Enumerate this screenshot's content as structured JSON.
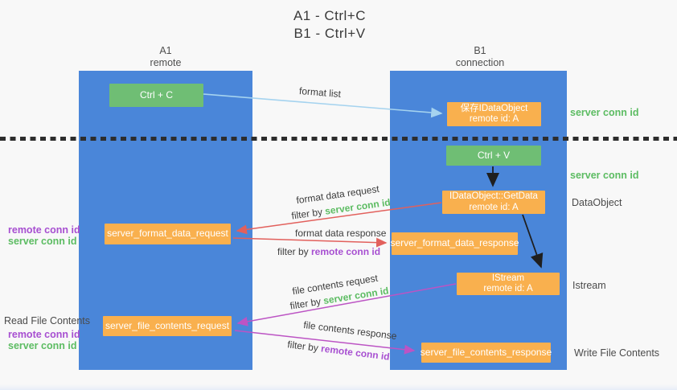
{
  "title": {
    "line1": "A1 - Ctrl+C",
    "line2": "B1 - Ctrl+V"
  },
  "lifelines": {
    "a1": {
      "name": "A1",
      "subtitle": "remote"
    },
    "b1": {
      "name": "B1",
      "subtitle": "connection"
    }
  },
  "nodes": {
    "ctrl_c": {
      "label": "Ctrl + C"
    },
    "ctrl_v": {
      "label": "Ctrl + V"
    },
    "save_idataobject": {
      "line1": "保存IDataObject",
      "line2": "remote id: A"
    },
    "getdata": {
      "line1": "IDataObject::GetData",
      "line2": "remote id: A"
    },
    "istream": {
      "line1": "IStream",
      "line2": "remote id: A"
    },
    "format_request": {
      "label": "server_format_data_request"
    },
    "format_response": {
      "label": "server_format_data_response"
    },
    "file_request": {
      "label": "server_file_contents_request"
    },
    "file_response": {
      "label": "server_file_contents_response"
    }
  },
  "flows": {
    "format_list": "format list",
    "format_data_request": "format data request",
    "format_data_response": "format data response",
    "file_contents_request": "file contents request",
    "file_contents_response": "file contents response",
    "filter_by": "filter by ",
    "server_conn_id": "server conn id",
    "remote_conn_id": "remote conn id"
  },
  "annotations": {
    "server_conn_id_top": "server conn id",
    "server_conn_id_mid": "server conn id",
    "dataobject": "DataObject",
    "istream": "Istream",
    "write_file_contents": "Write File Contents",
    "read_file_contents": "Read File Contents",
    "remote_conn_id": "remote conn id",
    "server_conn_id": "server conn id"
  },
  "colors": {
    "lane_blue": "#4a86d9",
    "node_green": "#6fbe74",
    "node_orange": "#f9b04e",
    "arrow_red": "#e2605c",
    "arrow_magenta": "#bc54c4",
    "arrow_lightblue": "#a5d3ef",
    "arrow_black": "#1f1f1f",
    "text_green": "#5cbc62",
    "text_purple": "#a74fd1",
    "background": "#f8f8f8"
  }
}
